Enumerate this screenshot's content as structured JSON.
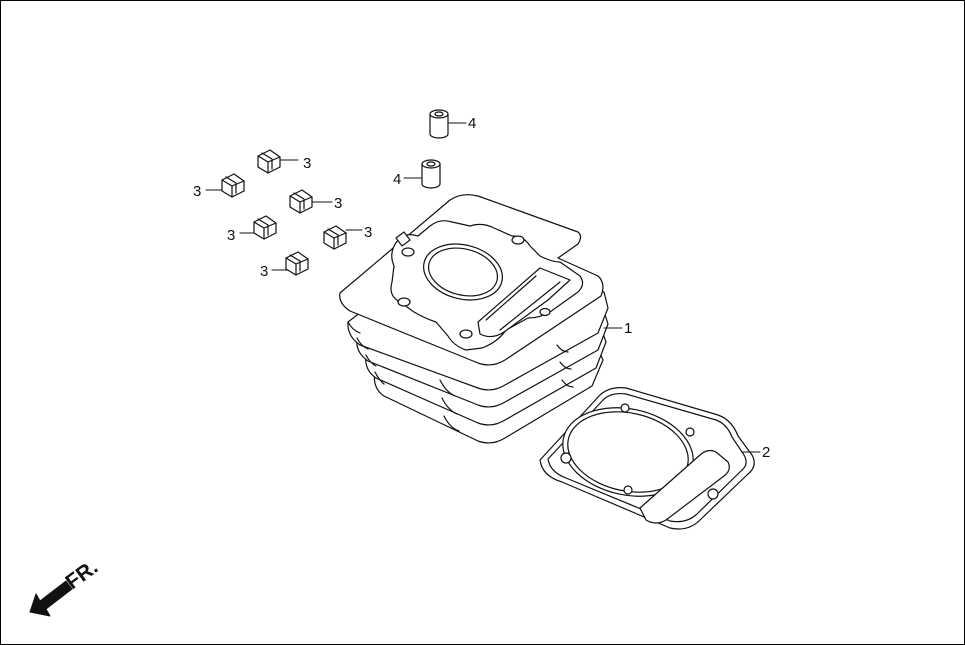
{
  "diagram": {
    "parts": [
      {
        "ref": "1",
        "name": "cylinder"
      },
      {
        "ref": "2",
        "name": "cylinder-base-gasket"
      },
      {
        "ref": "3",
        "name": "rubber-damper",
        "quantity_shown": 6
      },
      {
        "ref": "4",
        "name": "dowel-pin",
        "quantity_shown": 2
      }
    ],
    "callouts": {
      "cylinder": "1",
      "gasket": "2",
      "damper": "3",
      "dowel": "4"
    },
    "direction_marker": {
      "label": "FR.",
      "icon": "arrow-front-icon"
    },
    "colors": {
      "line": "#111111",
      "background": "#ffffff"
    }
  }
}
